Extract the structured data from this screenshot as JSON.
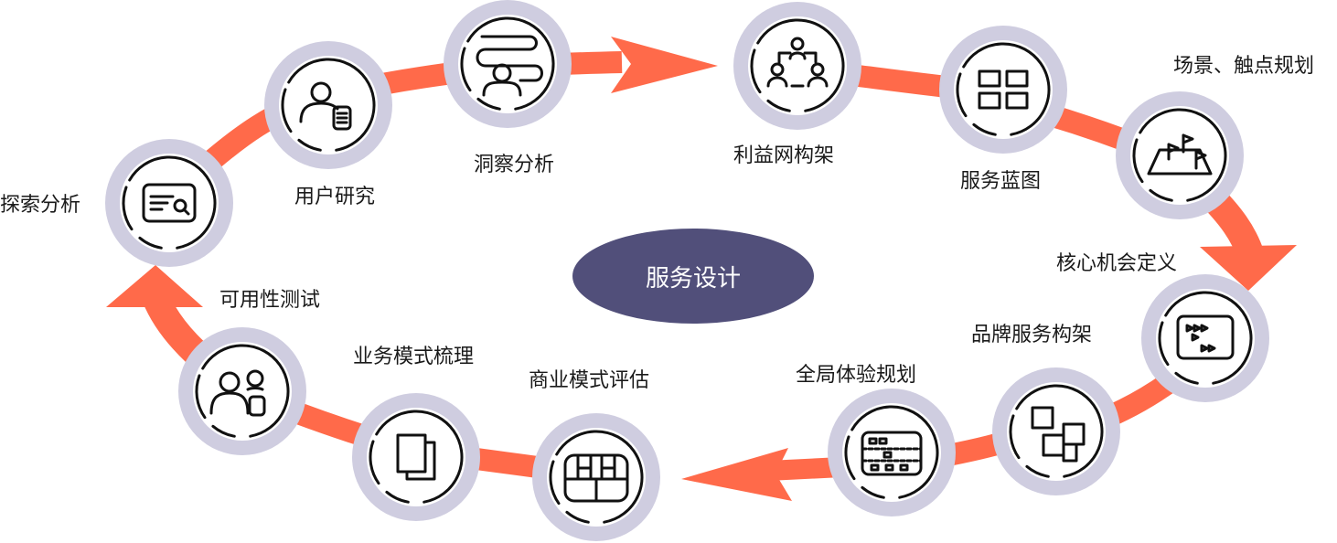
{
  "title": "服务设计",
  "colors": {
    "arrow": "#FF6A4A",
    "ring": "#CFCDE0",
    "center": "#514F7A",
    "icon": "#111111"
  },
  "steps": [
    {
      "label": "探索分析",
      "icon": "card-search-icon"
    },
    {
      "label": "用户研究",
      "icon": "user-document-icon"
    },
    {
      "label": "洞察分析",
      "icon": "user-path-icon"
    },
    {
      "label": "利益网构架",
      "icon": "stakeholder-network-icon"
    },
    {
      "label": "服务蓝图",
      "icon": "grid-four-icon"
    },
    {
      "label": "场景、触点规划",
      "icon": "flags-map-icon"
    },
    {
      "label": "核心机会定义",
      "icon": "play-board-icon"
    },
    {
      "label": "品牌服务构架",
      "icon": "square-hierarchy-icon"
    },
    {
      "label": "全局体验规划",
      "icon": "swimlane-board-icon"
    },
    {
      "label": "商业模式评估",
      "icon": "canvas-grid-icon"
    },
    {
      "label": "业务模式梳理",
      "icon": "copy-pages-icon"
    },
    {
      "label": "可用性测试",
      "icon": "user-group-device-icon"
    }
  ]
}
